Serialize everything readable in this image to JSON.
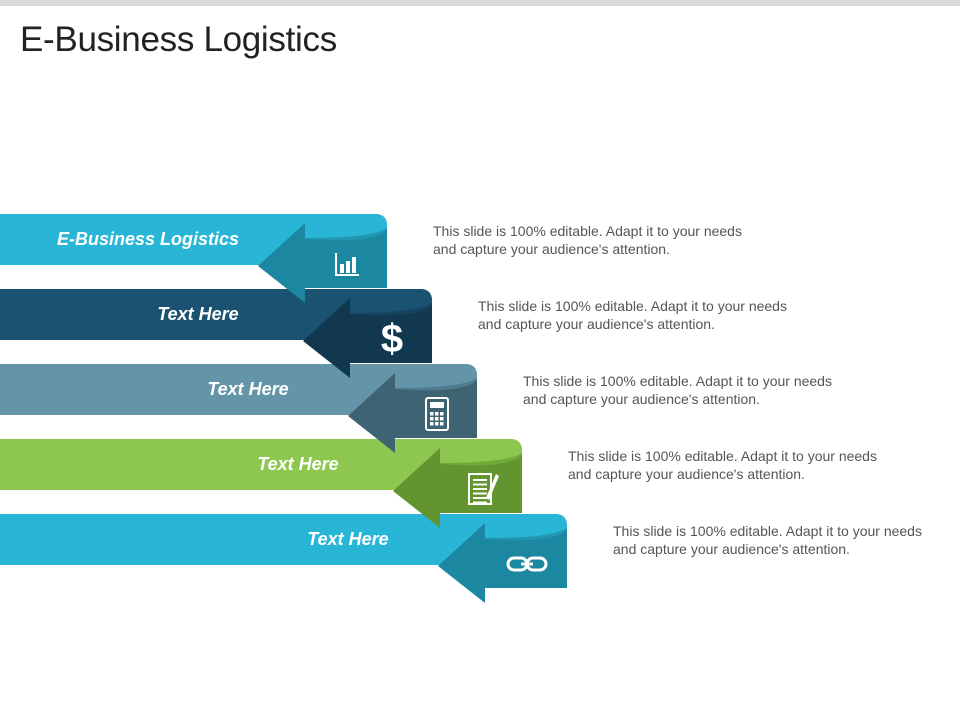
{
  "slide": {
    "title": "E-Business Logistics"
  },
  "items": [
    {
      "label": "E-Business Logistics",
      "description": "This slide is 100% editable. Adapt it to your needs and capture your audience's attention.",
      "icon": "bar-chart-icon",
      "band_color": "#29b6d6",
      "tab_color": "#2196b0",
      "arrow_color": "#1b87a0"
    },
    {
      "label": "Text Here",
      "description": "This slide is 100% editable. Adapt it to your needs and capture your audience's attention.",
      "icon": "dollar-icon",
      "band_color": "#1b5272",
      "tab_color": "#16435e",
      "arrow_color": "#12384f"
    },
    {
      "label": "Text Here",
      "description": "This slide is 100% editable. Adapt it to your needs and capture your audience's attention.",
      "icon": "calculator-icon",
      "band_color": "#6494a8",
      "tab_color": "#4f7b8e",
      "arrow_color": "#3e6373"
    },
    {
      "label": "Text Here",
      "description": "This slide is 100% editable. Adapt it to your needs and capture your audience's attention.",
      "icon": "notepad-icon",
      "band_color": "#8dc74f",
      "tab_color": "#72aa3a",
      "arrow_color": "#62952f"
    },
    {
      "label": "Text Here",
      "description": "This slide is 100% editable. Adapt it to your needs and capture your audience's attention.",
      "icon": "link-icon",
      "band_color": "#29b6d6",
      "tab_color": "#2196b0",
      "arrow_color": "#1b87a0"
    }
  ]
}
